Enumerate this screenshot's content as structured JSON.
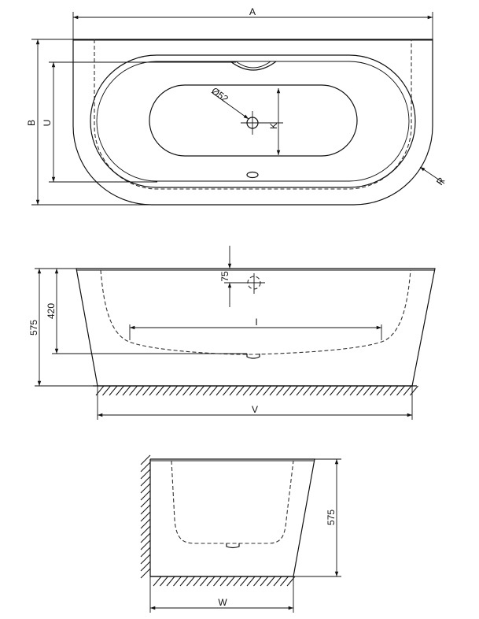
{
  "top_view": {
    "labels": {
      "width": "A",
      "depth": "B",
      "inner_depth": "U",
      "corner_radius": "R",
      "waste_dimension": "K",
      "waste_diameter": "Ø52"
    }
  },
  "front_view": {
    "labels": {
      "height": "575",
      "inner_height": "420",
      "waste_offset": "75",
      "inner_length": "I",
      "base_length": "V"
    }
  },
  "side_view": {
    "labels": {
      "height": "575",
      "base_width": "W"
    }
  }
}
